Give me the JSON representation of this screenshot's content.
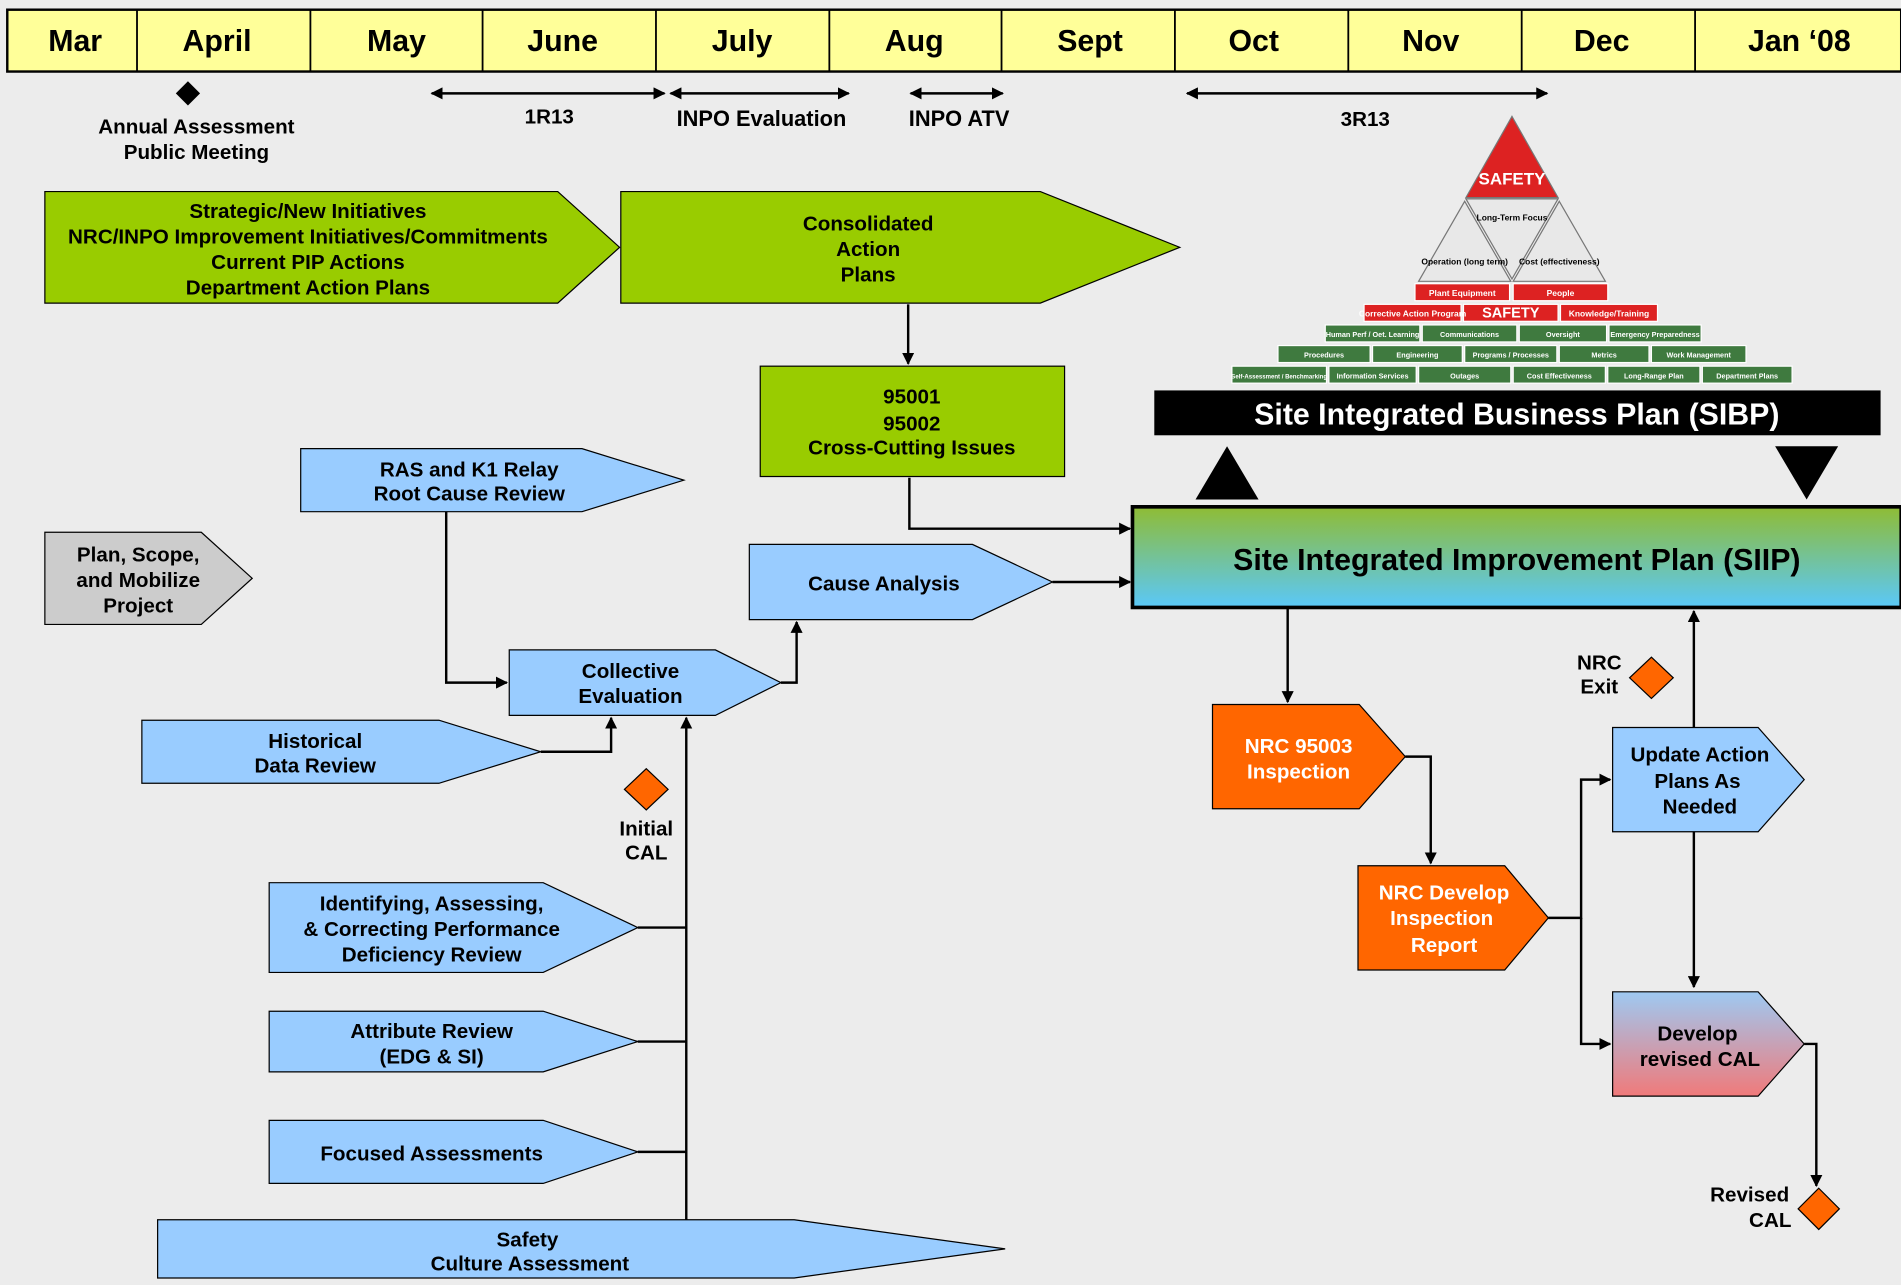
{
  "months": [
    "Mar",
    "April",
    "May",
    "June",
    "July",
    "Aug",
    "Sept",
    "Oct",
    "Nov",
    "Dec",
    "Jan ‘08"
  ],
  "milestones": {
    "annual_assessment": [
      "Annual Assessment",
      "Public Meeting"
    ],
    "r13": "1R13",
    "inpo_evaluation": "INPO Evaluation",
    "inpo_atv": "INPO ATV",
    "r3_13": "3R13"
  },
  "boxes": {
    "strategic": [
      "Strategic/New Initiatives",
      "NRC/INPO Improvement Initiatives/Commitments",
      "Current PIP Actions",
      "Department Action Plans"
    ],
    "consolidated": [
      "Consolidated",
      "Action",
      "Plans"
    ],
    "cross_cutting": [
      "95001",
      "95002",
      "Cross-Cutting Issues"
    ],
    "ras_k1": [
      "RAS and K1 Relay",
      "Root Cause Review"
    ],
    "plan_scope": [
      "Plan, Scope,",
      "and Mobilize",
      "Project"
    ],
    "cause_analysis": [
      "Cause Analysis"
    ],
    "collective": [
      "Collective",
      "Evaluation"
    ],
    "historical": [
      "Historical",
      "Data Review"
    ],
    "initial_cal": [
      "Initial",
      "CAL"
    ],
    "identifying": [
      "Identifying, Assessing,",
      "& Correcting Performance",
      "Deficiency Review"
    ],
    "attribute": [
      "Attribute Review",
      "(EDG & SI)"
    ],
    "focused": [
      "Focused Assessments"
    ],
    "safety_culture": [
      "Safety",
      "Culture Assessment"
    ],
    "sibp": "Site Integrated Business Plan (SIBP)",
    "siip": "Site Integrated Improvement Plan (SIIP)",
    "nrc_95003": [
      "NRC 95003",
      "Inspection"
    ],
    "nrc_develop": [
      "NRC Develop",
      "Inspection",
      "Report"
    ],
    "nrc_exit": [
      "NRC",
      "Exit"
    ],
    "update_action": [
      "Update Action",
      "Plans As",
      "Needed"
    ],
    "develop_cal": [
      "Develop",
      "revised CAL"
    ],
    "revised_cal": [
      "Revised",
      "CAL"
    ]
  },
  "pyramid": {
    "apex": "SAFETY",
    "tier2": [
      "Long-Term Focus",
      "Operation (long term)",
      "Cost (effectiveness)"
    ],
    "row1": [
      "Plant Equipment",
      "People"
    ],
    "row2": [
      "Corrective Action Program",
      "SAFETY",
      "Knowledge/Training"
    ],
    "row3": [
      "Human Perf / Oet. Learning",
      "Communications",
      "Oversight",
      "Emergency Preparedness"
    ],
    "row4": [
      "Procedures",
      "Engineering",
      "Programs / Processes",
      "Metrics",
      "Work Management"
    ],
    "row5": [
      "Self-Assessment / Benchmarking",
      "Information Services",
      "Outages",
      "Cost Effectiveness",
      "Long-Range Plan",
      "Department Plans"
    ]
  },
  "colors": {
    "timeline_bg": "#ffff99",
    "green_box": "#99cc00",
    "blue_box": "#99ccff",
    "gray_box": "#cccccc",
    "orange": "#ff6600",
    "diamond_orange": "#ff6600",
    "siip_top": "#8fbc34",
    "siip_bottom": "#5ac8fa",
    "pyramid_red": "#dd2222",
    "pyramid_green": "#3f7a3f"
  }
}
